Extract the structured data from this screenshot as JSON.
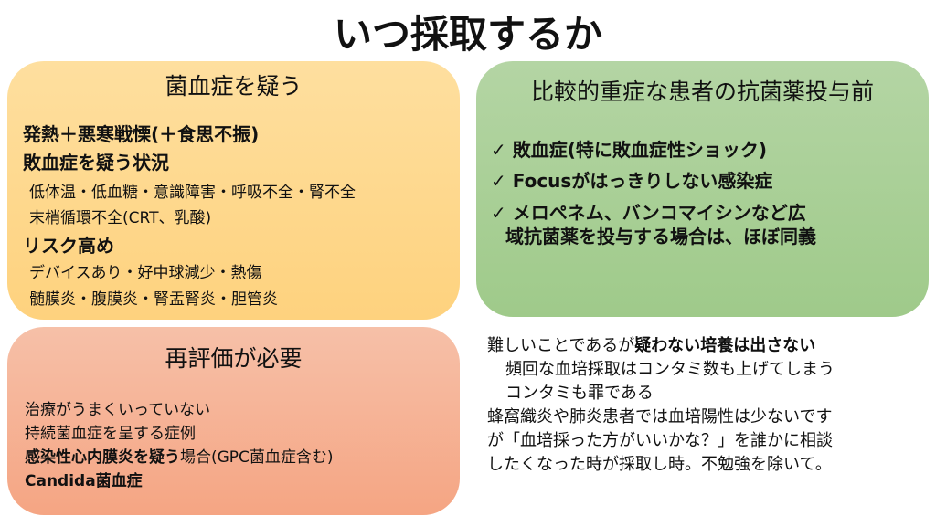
{
  "title": "いつ採取するか",
  "box_sepsis": {
    "title": "菌血症を疑う",
    "lines": [
      {
        "text": "発熱＋悪寒戦慄(＋食思不振)",
        "bold": true
      },
      {
        "text": "敗血症を疑う状況",
        "bold": true
      },
      {
        "text": "低体温・低血糖・意識障害・呼吸不全・腎不全",
        "bold": false
      },
      {
        "text": "末梢循環不全(CRT、乳酸)",
        "bold": false
      },
      {
        "text": "リスク高め",
        "bold": true
      },
      {
        "text": "デバイスあり・好中球減少・熱傷",
        "bold": false
      },
      {
        "text": "髄膜炎・腹膜炎・腎盂腎炎・胆管炎",
        "bold": false
      }
    ]
  },
  "box_severe": {
    "title": "比較的重症な患者の抗菌薬投与前",
    "check_icon": "✓",
    "items": [
      "敗血症(特に敗血症性ショック)",
      "Focusがはっきりしない感染症",
      "メロペネム、バンコマイシンなど広",
      "域抗菌薬を投与する場合は、ほぼ同義"
    ]
  },
  "box_reeval": {
    "title": "再評価が必要",
    "lines": [
      "治療がうまくいっていない",
      "持続菌血症を呈する症例"
    ],
    "line3_bold": "感染性心内膜炎を疑う",
    "line3_rest": "場合(GPC菌血症含む)",
    "line4": "Candida菌血症"
  },
  "note": {
    "l1_normal": "難しいことであるが",
    "l1_bold": "疑わない培養は出さない",
    "l2": "頻回な血培採取はコンタミ数も上げてしまう",
    "l3": "コンタミも罪である",
    "l4": "蜂窩織炎や肺炎患者では血培陽性は少ないです",
    "l5": "が「血培採った方がいいかな？」を誰かに相談",
    "l6": "したくなった時が採取し時。不勉強を除いて。"
  }
}
